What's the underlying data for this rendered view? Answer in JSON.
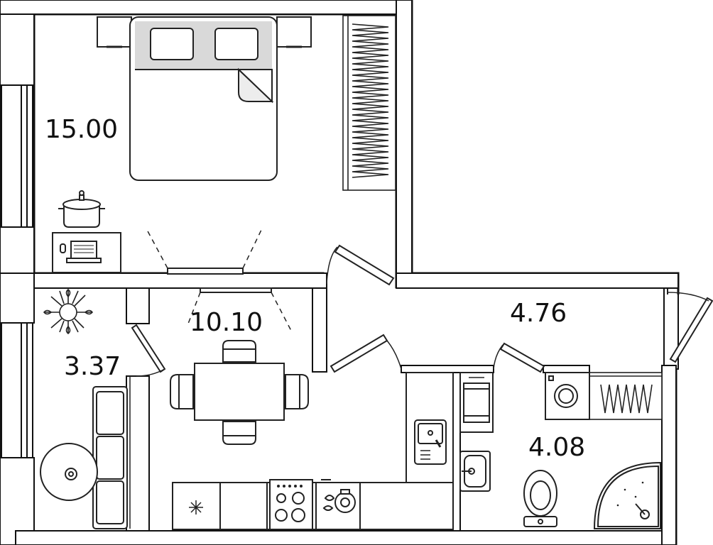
{
  "rooms": {
    "bedroom": {
      "area": "15.00"
    },
    "kitchen": {
      "area": "10.10"
    },
    "balcony": {
      "area": "3.37"
    },
    "hallway": {
      "area": "4.76"
    },
    "bathroom": {
      "area": "4.08"
    }
  },
  "colors": {
    "wall": "#111111",
    "line": "#222222",
    "fill_grey": "#d9d9d9",
    "fill_light": "#ededed",
    "background": "#ffffff"
  }
}
